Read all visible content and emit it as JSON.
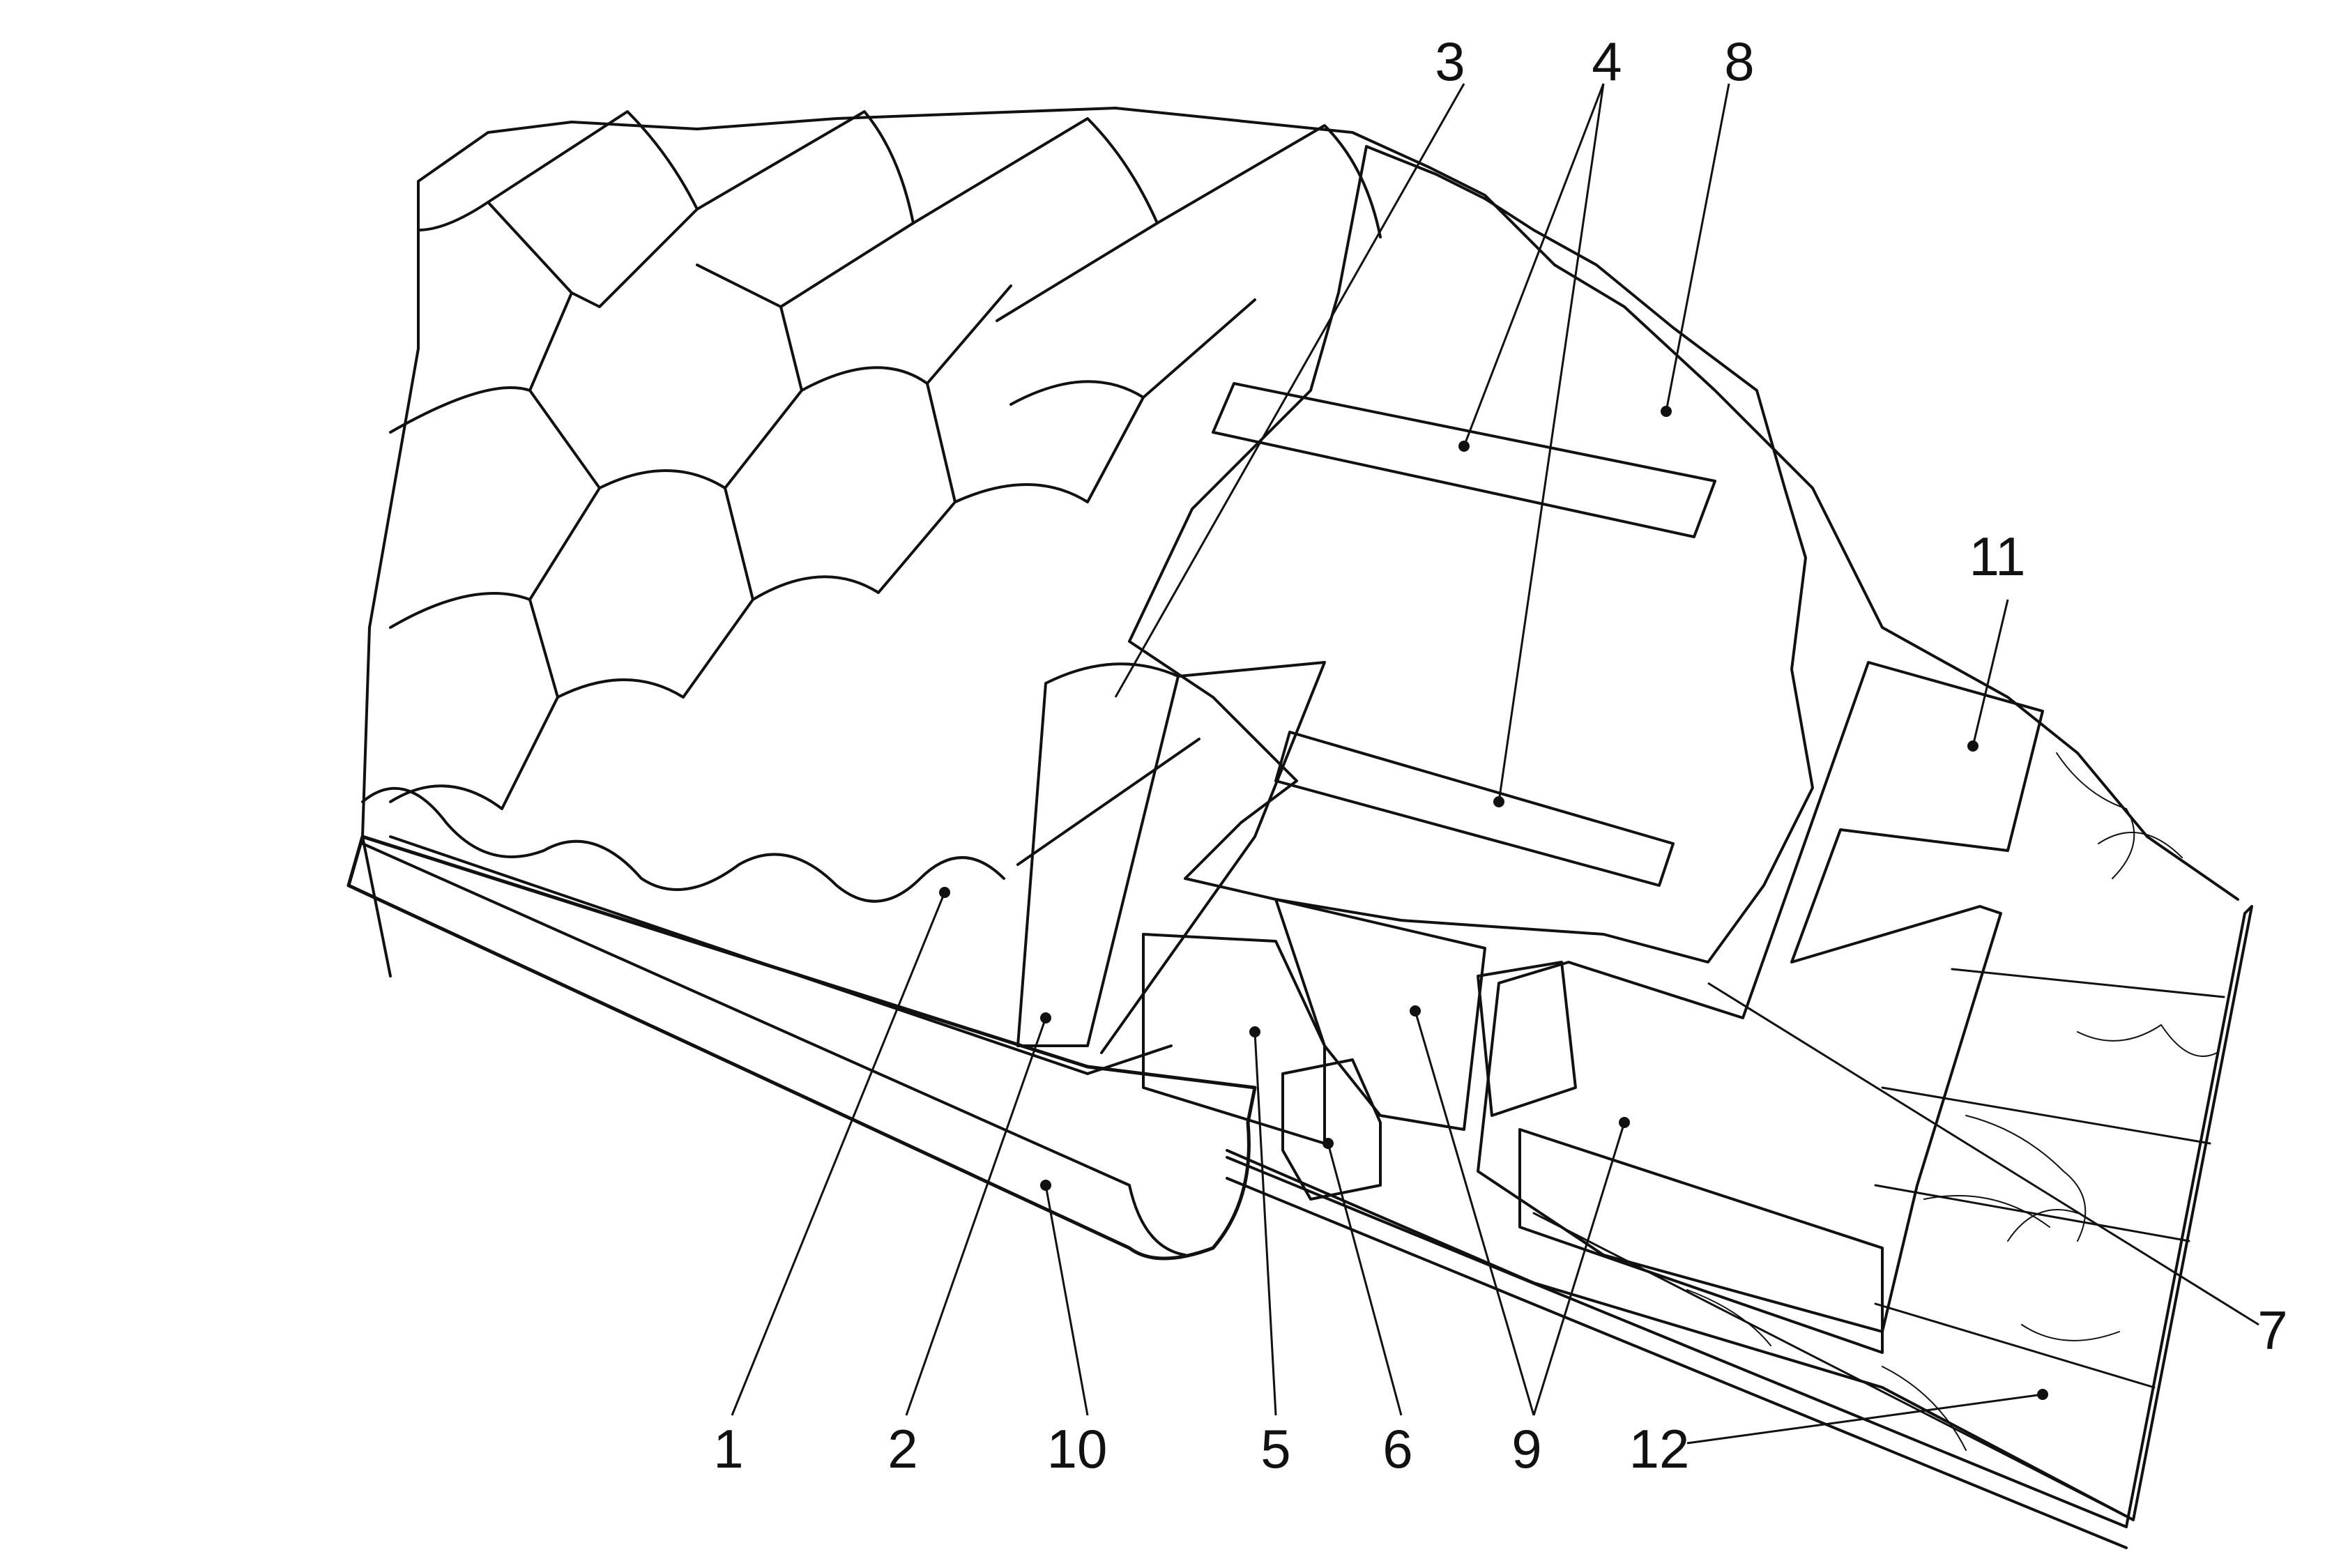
{
  "figure": {
    "labels": {
      "l1": "1",
      "l2": "2",
      "l3": "3",
      "l4": "4",
      "l5": "5",
      "l6": "6",
      "l7": "7",
      "l8": "8",
      "l9": "9",
      "l10": "10",
      "l11": "11",
      "l12": "12"
    },
    "colors": {
      "ink": "#111111",
      "background": "#ffffff"
    }
  }
}
